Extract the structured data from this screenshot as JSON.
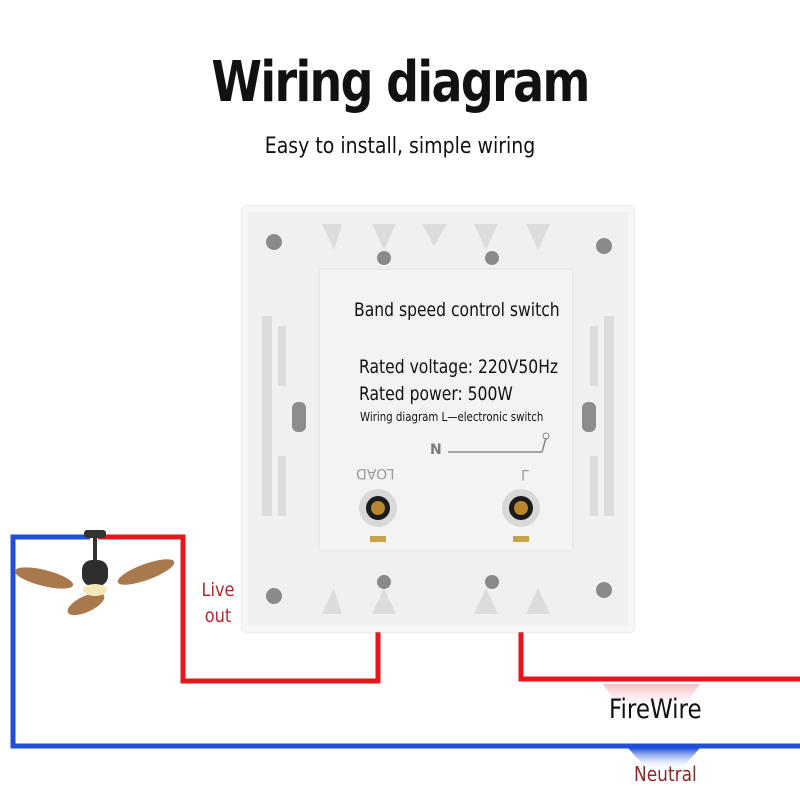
{
  "header": {
    "title": "Wiring diagram",
    "subtitle": "Easy to install, simple wiring"
  },
  "switch": {
    "name": "Band speed control switch",
    "rated_voltage": "Rated voltage: 220V50Hz",
    "rated_power": "Rated power: 500W",
    "wiring_note": "Wiring diagram L—electronic switch",
    "terminal_n": "N",
    "terminal_load": "LOAD",
    "terminal_l": "L"
  },
  "wires": {
    "live_out_label": "Live out",
    "firewire_label": "FireWire",
    "neutral_label": "Neutral",
    "colors": {
      "live": "#e5161c",
      "neutral": "#1f4fd8",
      "live_text": "#b3262c",
      "neutral_text": "#8a2b2b"
    }
  }
}
